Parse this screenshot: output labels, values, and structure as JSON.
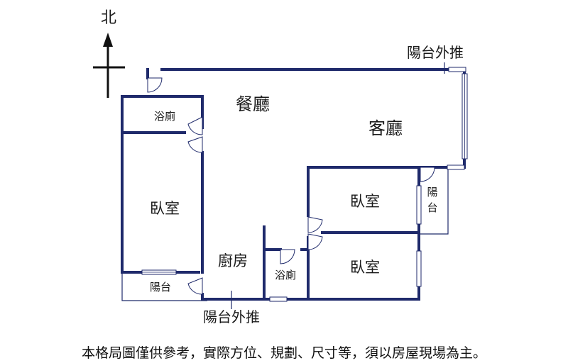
{
  "compass": {
    "north_label": "北"
  },
  "rooms": {
    "dining": "餐廳",
    "living": "客廳",
    "bathroom_top": "浴廁",
    "bedroom_left": "臥室",
    "bedroom_right_top": "臥室",
    "bedroom_right_bottom": "臥室",
    "kitchen": "廚房",
    "bathroom_bottom": "浴廁",
    "balcony_left": "陽台",
    "balcony_right_line1": "陽",
    "balcony_right_line2": "台"
  },
  "annotations": {
    "balcony_push_out_top": "陽台外推",
    "balcony_push_out_bottom": "陽台外推"
  },
  "footer": {
    "disclaimer": "本格局圖僅供參考，實際方位、規劃、尺寸等，須以房屋現場為主。"
  }
}
